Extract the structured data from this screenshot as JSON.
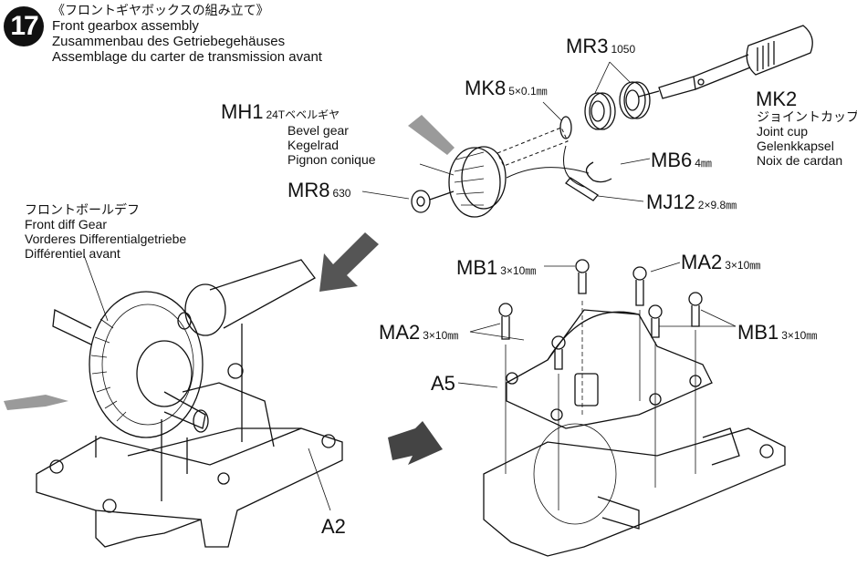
{
  "step": {
    "number": "17",
    "title_jp": "《フロントギヤボックスの組み立て》",
    "title_en": "Front gearbox assembly",
    "title_de": "Zusammenbau des Getriebegehäuses",
    "title_fr": "Assemblage du carter de transmission avant"
  },
  "parts": {
    "mr3": {
      "code": "MR3",
      "spec": "1050"
    },
    "mk8": {
      "code": "MK8",
      "spec": "5×0.1㎜"
    },
    "mk2": {
      "code": "MK2",
      "jp": "ジョイントカップ",
      "en": "Joint cup",
      "de": "Gelenkkapsel",
      "fr": "Noix de cardan"
    },
    "mh1": {
      "code": "MH1",
      "spec": "24Tベベルギヤ",
      "en": "Bevel gear",
      "de": "Kegelrad",
      "fr": "Pignon conique"
    },
    "mr8": {
      "code": "MR8",
      "spec": "630"
    },
    "mb6": {
      "code": "MB6",
      "spec": "4㎜"
    },
    "mj12": {
      "code": "MJ12",
      "spec": "2×9.8㎜"
    },
    "mb1_top": {
      "code": "MB1",
      "spec": "3×10㎜"
    },
    "ma2_top": {
      "code": "MA2",
      "spec": "3×10㎜"
    },
    "ma2_left": {
      "code": "MA2",
      "spec": "3×10㎜"
    },
    "mb1_right": {
      "code": "MB1",
      "spec": "3×10㎜"
    },
    "a5": {
      "code": "A5"
    },
    "a2": {
      "code": "A2"
    }
  },
  "front_diff": {
    "jp": "フロントボールデフ",
    "en": "Front diff Gear",
    "de": "Vorderes Differentialgetriebe",
    "fr": "Différentiel avant"
  },
  "icons": {
    "grease_tube": "grease-tube-icon",
    "step_arrow": "arrow-right-icon"
  },
  "colors": {
    "ink": "#111111",
    "grease": "#9a9a9a"
  }
}
